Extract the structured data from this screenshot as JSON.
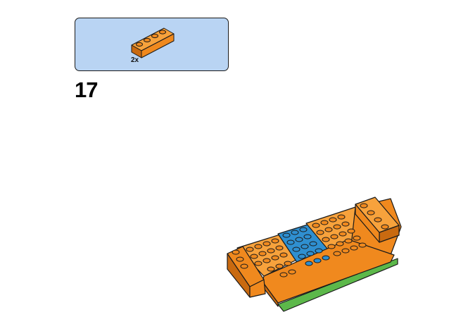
{
  "page": {
    "background": "#ffffff"
  },
  "parts_callout": {
    "background_color": "#b9d4f3",
    "border_color": "#1a1a1a",
    "parts": [
      {
        "part": "brick-1x4",
        "color": "#f0891e",
        "quantity_label": "2x"
      }
    ]
  },
  "step": {
    "number": "17"
  },
  "model": {
    "colors": {
      "orange": "#f0891e",
      "orange_light": "#f7a23c",
      "orange_dark": "#c96a10",
      "blue": "#2f8fd0",
      "blue_dark": "#1d6fa8",
      "green": "#5cb84a",
      "outline": "#1a1a1a"
    }
  }
}
